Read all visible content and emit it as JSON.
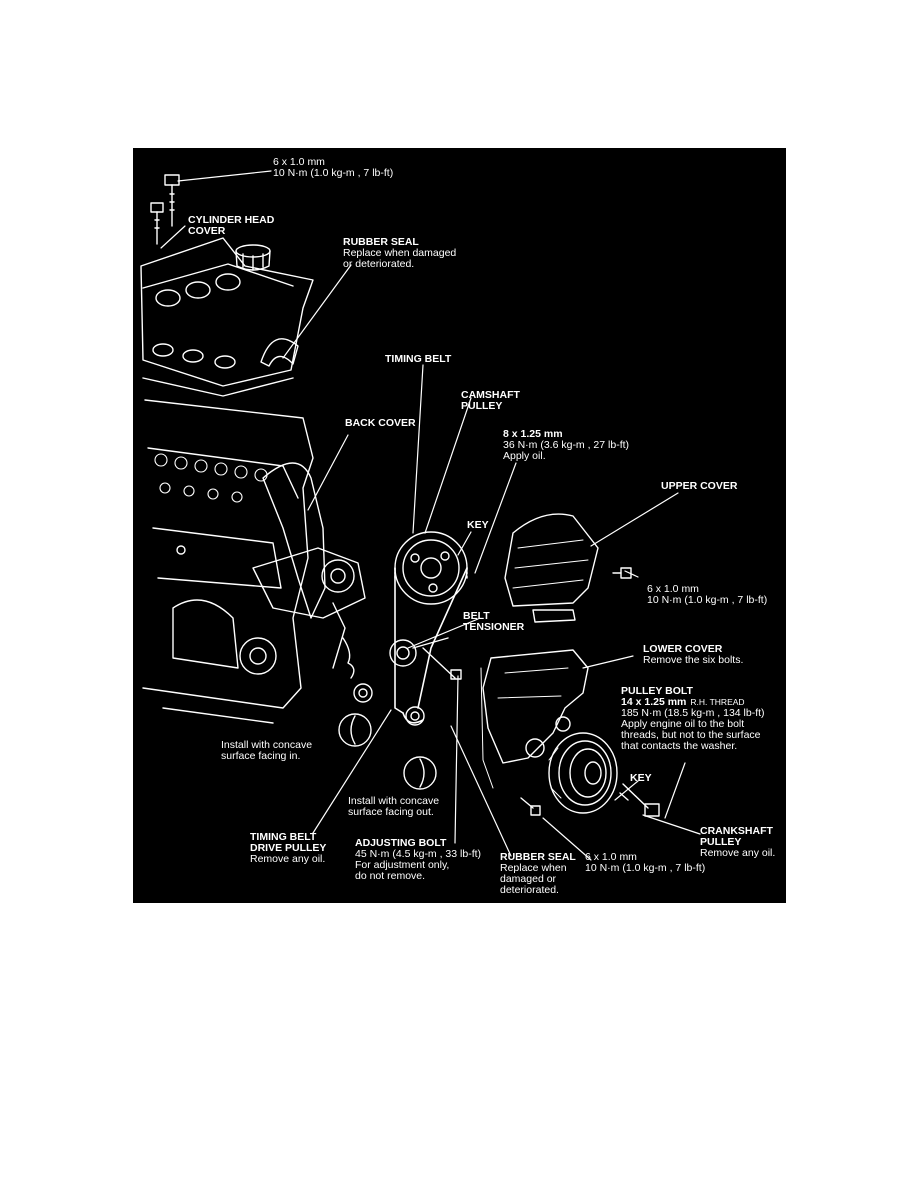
{
  "figure": {
    "labels": {
      "head_bolt": {
        "l1": "6 x 1.0 mm",
        "l2": "10 N·m (1.0 kg-m , 7 lb-ft)"
      },
      "cylinder_head_cover": {
        "t1": "CYLINDER HEAD",
        "t2": "COVER"
      },
      "rubber_seal_top": {
        "title": "RUBBER SEAL",
        "l1": "Replace when damaged",
        "l2": "or deteriorated."
      },
      "timing_belt": {
        "title": "TIMING BELT"
      },
      "camshaft_pulley": {
        "t1": "CAMSHAFT",
        "t2": "PULLEY"
      },
      "back_cover": {
        "title": "BACK COVER"
      },
      "cam_bolt": {
        "title": "8 x 1.25 mm",
        "l1": "36 N·m (3.6 kg-m , 27 lb-ft)",
        "l2": "Apply oil."
      },
      "upper_cover": {
        "title": "UPPER COVER"
      },
      "key_upper": {
        "title": "KEY"
      },
      "upper_cover_bolt": {
        "l1": "6 x 1.0 mm",
        "l2": "10 N·m (1.0 kg-m , 7 lb-ft)"
      },
      "belt_tensioner": {
        "t1": "BELT",
        "t2": "TENSIONER"
      },
      "lower_cover": {
        "title": "LOWER COVER",
        "l1": "Remove the six bolts."
      },
      "pulley_bolt": {
        "title": "PULLEY BOLT",
        "l1_bold": "14 x 1.25 mm",
        "l1_small": "R.H. THREAD",
        "l2": "185 N·m (18.5 kg-m , 134 lb-ft)",
        "l3": "Apply engine oil to the bolt",
        "l4": "threads, but not to the surface",
        "l5": "that contacts the washer."
      },
      "install_in": {
        "l1": "Install with concave",
        "l2": "surface facing in."
      },
      "key_lower": {
        "title": "KEY"
      },
      "install_out": {
        "l1": "Install with concave",
        "l2": "surface facing out."
      },
      "crankshaft_pulley": {
        "t1": "CRANKSHAFT",
        "t2": "PULLEY",
        "l1": "Remove any oil."
      },
      "timing_belt_drive_pulley": {
        "t1": "TIMING BELT",
        "t2": "DRIVE PULLEY",
        "l1": "Remove any oil."
      },
      "adjusting_bolt": {
        "title": "ADJUSTING BOLT",
        "l1": "45 N·m (4.5 kg-m , 33 lb-ft)",
        "l2": "For adjustment only,",
        "l3": "do not remove."
      },
      "rubber_seal_bottom": {
        "title": "RUBBER SEAL",
        "l1": "Replace when",
        "l2": "damaged or",
        "l3": "deteriorated."
      },
      "lower_cover_bolt": {
        "l1": "6 x 1.0 mm",
        "l2": "10 N·m (1.0 kg-m , 7 lb-ft)"
      }
    }
  }
}
